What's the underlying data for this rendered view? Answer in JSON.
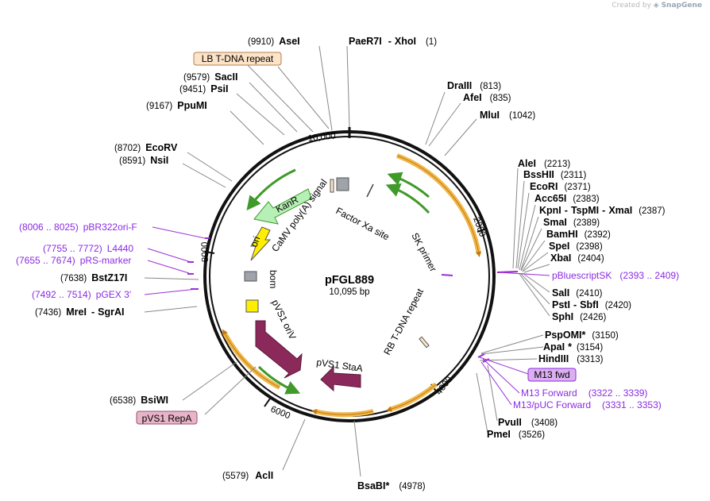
{
  "credit": {
    "prefix": "Created by",
    "brand": "SnapGene"
  },
  "plasmid": {
    "name": "pFGL889",
    "size_label": "10,095 bp"
  },
  "ticks": [
    "10,000",
    "2000",
    "4000",
    "6000",
    "8000"
  ],
  "sites": {
    "asei": {
      "pos": "(9910)",
      "name": "AseI"
    },
    "paer7i": {
      "name": "PaeR7I",
      "sep": "-",
      "name2": "XhoI",
      "pos": "(1)"
    },
    "draiii": {
      "name": "DraIII",
      "pos": "(813)"
    },
    "afei": {
      "name": "AfeI",
      "pos": "(835)"
    },
    "mlui": {
      "name": "MluI",
      "pos": "(1042)"
    },
    "saciI": {
      "pos": "(9579)",
      "name": "SacII"
    },
    "psii": {
      "pos": "(9451)",
      "name": "PsiI"
    },
    "ppumi": {
      "pos": "(9167)",
      "name": "PpuMI"
    },
    "ecorv": {
      "pos": "(8702)",
      "name": "EcoRV"
    },
    "nsii": {
      "pos": "(8591)",
      "name": "NsiI"
    },
    "alei": {
      "name": "AleI",
      "pos": "(2213)"
    },
    "bsshii": {
      "name": "BssHII",
      "pos": "(2311)"
    },
    "ecori": {
      "name": "EcoRI",
      "pos": "(2371)"
    },
    "acc65i": {
      "name": "Acc65I",
      "pos": "(2383)"
    },
    "kpni": {
      "name": "KpnI",
      "sep": "-",
      "name2": "TspMI",
      "sep2": "-",
      "name3": "XmaI",
      "pos": "(2387)"
    },
    "smai": {
      "name": "SmaI",
      "pos": "(2389)"
    },
    "bamhi": {
      "name": "BamHI",
      "pos": "(2392)"
    },
    "spei": {
      "name": "SpeI",
      "pos": "(2398)"
    },
    "xbai": {
      "name": "XbaI",
      "pos": "(2404)"
    },
    "sali": {
      "name": "SalI",
      "pos": "(2410)"
    },
    "psti": {
      "name": "PstI",
      "sep": "-",
      "name2": "SbfI",
      "pos": "(2420)"
    },
    "sphi": {
      "name": "SphI",
      "pos": "(2426)"
    },
    "bstz17i": {
      "pos": "(7638)",
      "name": "BstZ17I"
    },
    "mrei": {
      "pos": "(7436)",
      "name": "MreI",
      "sep": "-",
      "name2": "SgrAI"
    },
    "pspomi": {
      "name": "PspOMI",
      "star": "*",
      "pos": "(3150)"
    },
    "apai": {
      "name": "ApaI",
      "star": "*",
      "pos": "(3154)"
    },
    "hindiii": {
      "name": "HindIII",
      "pos": "(3313)"
    },
    "pvuii": {
      "name": "PvuII",
      "pos": "(3408)"
    },
    "pmei": {
      "name": "PmeI",
      "pos": "(3526)"
    },
    "bsiwi": {
      "pos": "(6538)",
      "name": "BsiWI"
    },
    "acli": {
      "pos": "(5579)",
      "name": "AclI"
    },
    "bsabi": {
      "name": "BsaBI",
      "star": "*",
      "pos": "(4978)"
    }
  },
  "primer_features": {
    "pbr322ori": {
      "pos": "(8006 .. 8025)",
      "name": "pBR322ori-F"
    },
    "l4440": {
      "pos": "(7755 .. 7772)",
      "name": "L4440"
    },
    "prs": {
      "pos": "(7655 .. 7674)",
      "name": "pRS-marker"
    },
    "pgex": {
      "pos": "(7492 .. 7514)",
      "name": "pGEX 3'"
    },
    "pbluescript": {
      "name": "pBluescriptSK",
      "pos": "(2393 .. 2409)"
    },
    "m13fwd_box": {
      "name": "M13 fwd"
    },
    "m13forward": {
      "name": "M13 Forward",
      "pos": "(3322 .. 3339)"
    },
    "m13puc": {
      "name": "M13/pUC Forward",
      "pos": "(3331 .. 3353)"
    }
  },
  "boxes": {
    "lb": {
      "name": "LB T-DNA repeat",
      "fill": "#fde3c8",
      "stroke": "#b08050"
    },
    "repa": {
      "name": "pVS1 RepA",
      "fill": "#e8b4c8",
      "stroke": "#9a5070"
    }
  },
  "inner_labels": {
    "kanr": "KanR",
    "ori": "ori",
    "camv": "CaMV poly(A) signal",
    "factor": "Factor Xa site",
    "sk": "SK primer",
    "bom": "bom",
    "pvs1_oriv": "pVS1 oriV",
    "pvs1_staa": "pVS1 StaA",
    "rb": "RB T-DNA repeat"
  },
  "colors": {
    "kanr": "#b7f0b7",
    "ori": "#ffee00",
    "pvs1": "#8b2a5a",
    "arc_orange": "#f0b74a",
    "arc_green": "#3f9a2a",
    "primer": "#9b30d8"
  }
}
